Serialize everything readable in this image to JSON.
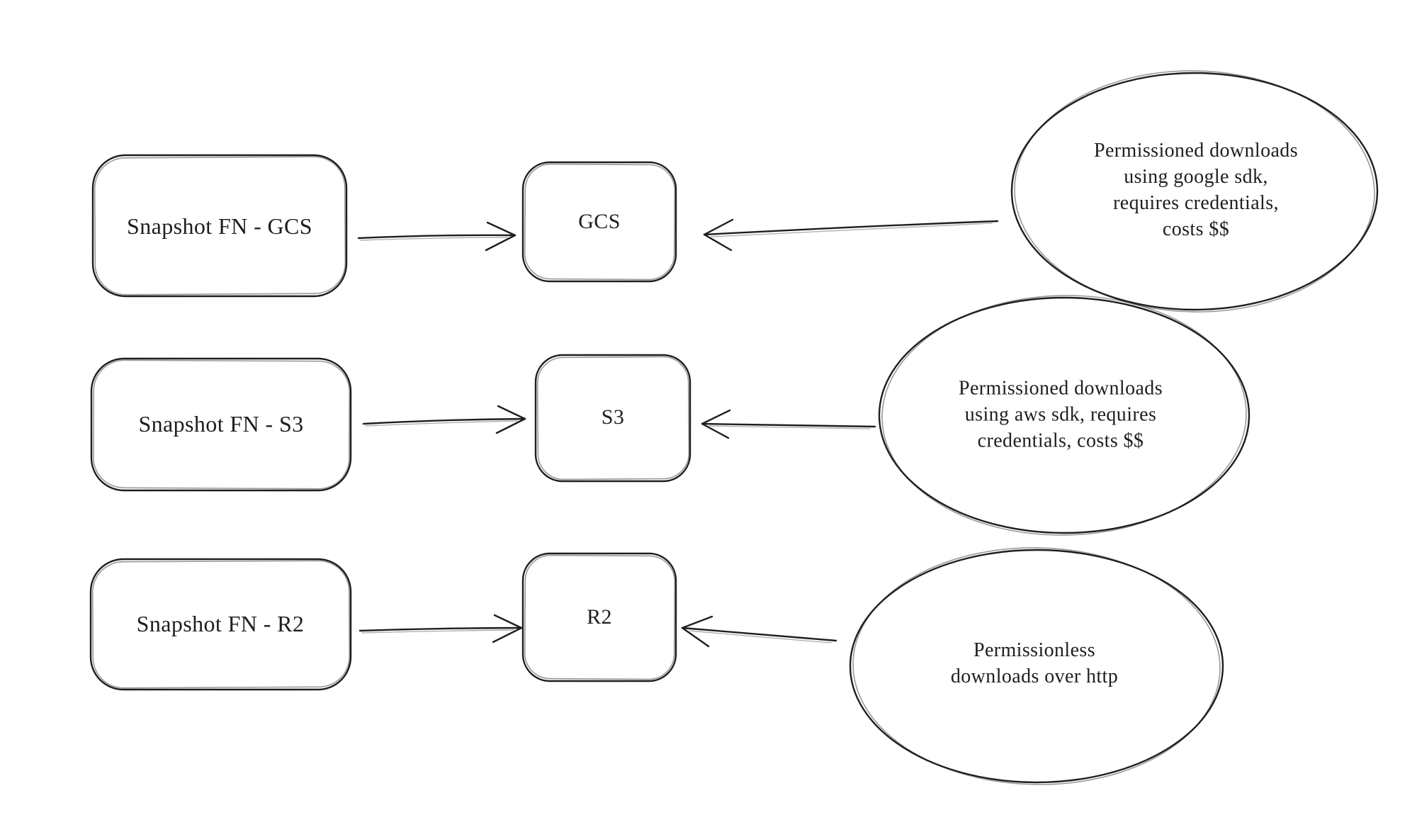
{
  "canvas": {
    "background": "#ffffff",
    "stroke_color": "#1e1e1e"
  },
  "flows": [
    {
      "source_label": "Snapshot FN - GCS",
      "storage_label": "GCS",
      "note": "Permissioned downloads\nusing google sdk,\nrequires credentials,\ncosts $$"
    },
    {
      "source_label": "Snapshot FN - S3",
      "storage_label": "S3",
      "note": "Permissioned downloads\nusing aws sdk, requires\ncredentials, costs $$"
    },
    {
      "source_label": "Snapshot FN - R2",
      "storage_label": "R2",
      "note": "Permissionless\ndownloads over http"
    }
  ]
}
